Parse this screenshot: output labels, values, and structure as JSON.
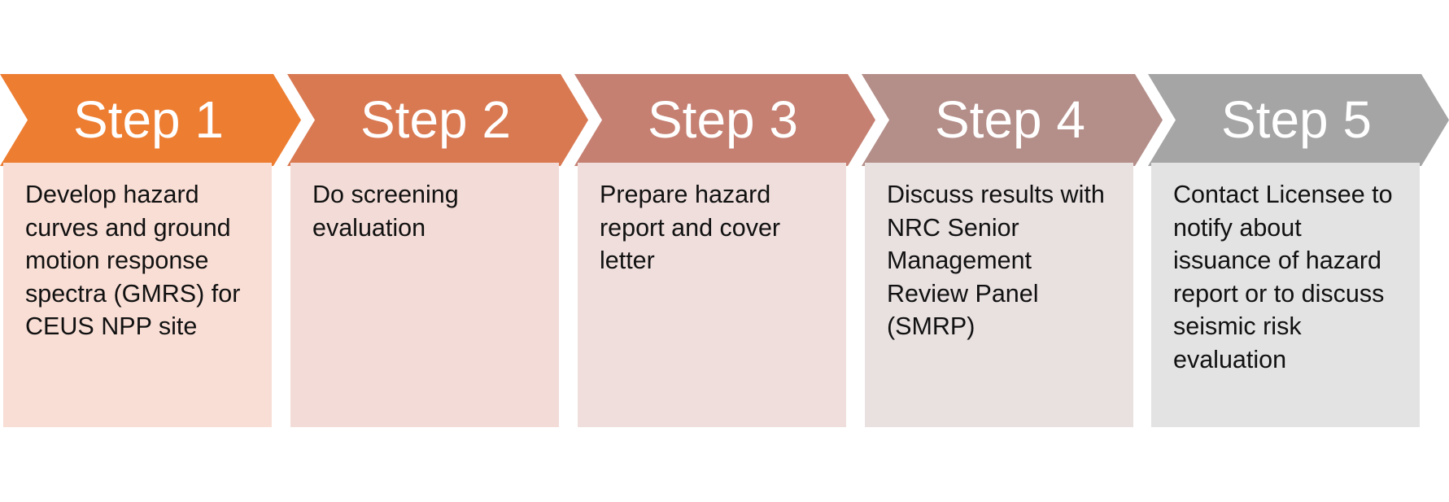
{
  "steps": [
    {
      "title": "Step 1",
      "description": "Develop hazard curves and ground motion response spectra (GMRS) for  CEUS NPP site",
      "arrow_color": "#ED7D31",
      "box_color": "#F9DED5"
    },
    {
      "title": "Step 2",
      "description": "Do screening evaluation",
      "arrow_color": "#D97952",
      "box_color": "#F3DCD7"
    },
    {
      "title": "Step 3",
      "description": "Prepare hazard report and cover letter",
      "arrow_color": "#C58072",
      "box_color": "#EFDEDC"
    },
    {
      "title": "Step 4",
      "description": "Discuss results with NRC Senior Management Review Panel (SMRP)",
      "arrow_color": "#B48E89",
      "box_color": "#E9E0E0"
    },
    {
      "title": "Step 5",
      "description": "Contact Licensee to notify about issuance of hazard report or to discuss seismic risk evaluation",
      "arrow_color": "#A5A5A5",
      "box_color": "#E3E3E3"
    }
  ]
}
